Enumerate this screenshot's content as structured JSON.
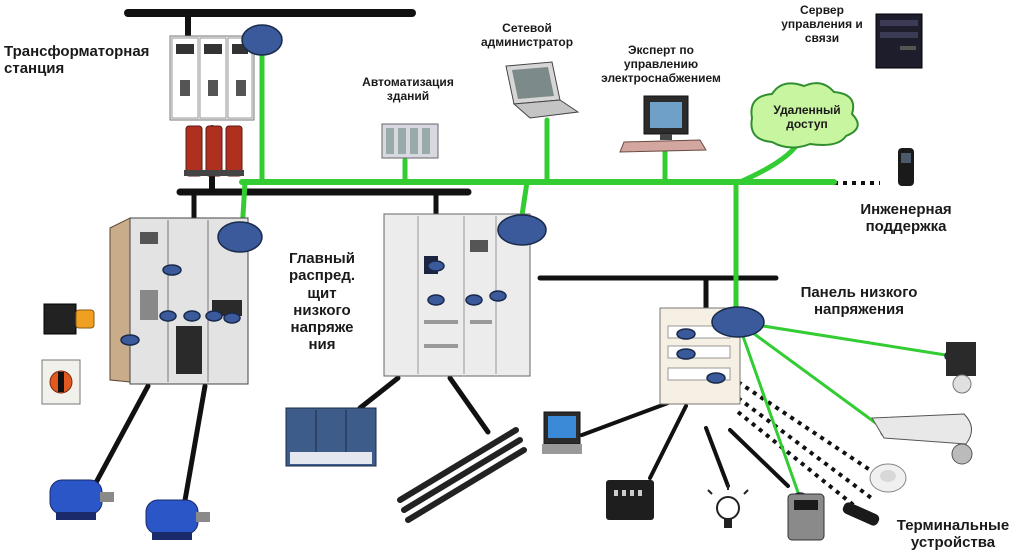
{
  "labels": {
    "transformer_station": "Трансформаторная\nстанция",
    "building_automation": "Автоматизация\nзданий",
    "network_admin": "Сетевой\nадминистратор",
    "power_expert": "Эксперт по\nуправлению\nэлектроснабжением",
    "server": "Сервер\nуправления и\nсвязи",
    "remote_access": "Удаленный\nдоступ",
    "engineering_support": "Инженерная\nподдержка",
    "main_switchboard": "Главный\nраспред.\nщит\nнизкого\nнапряже\nния",
    "lv_panel": "Панель низкого\nнапряжения",
    "terminal_devices": "Терминальные\nустройства"
  },
  "colors": {
    "bus_green": "#33cc33",
    "node_blue": "#3a5a9c",
    "line_black": "#111111",
    "cloud_green": "#c8f5a0"
  }
}
